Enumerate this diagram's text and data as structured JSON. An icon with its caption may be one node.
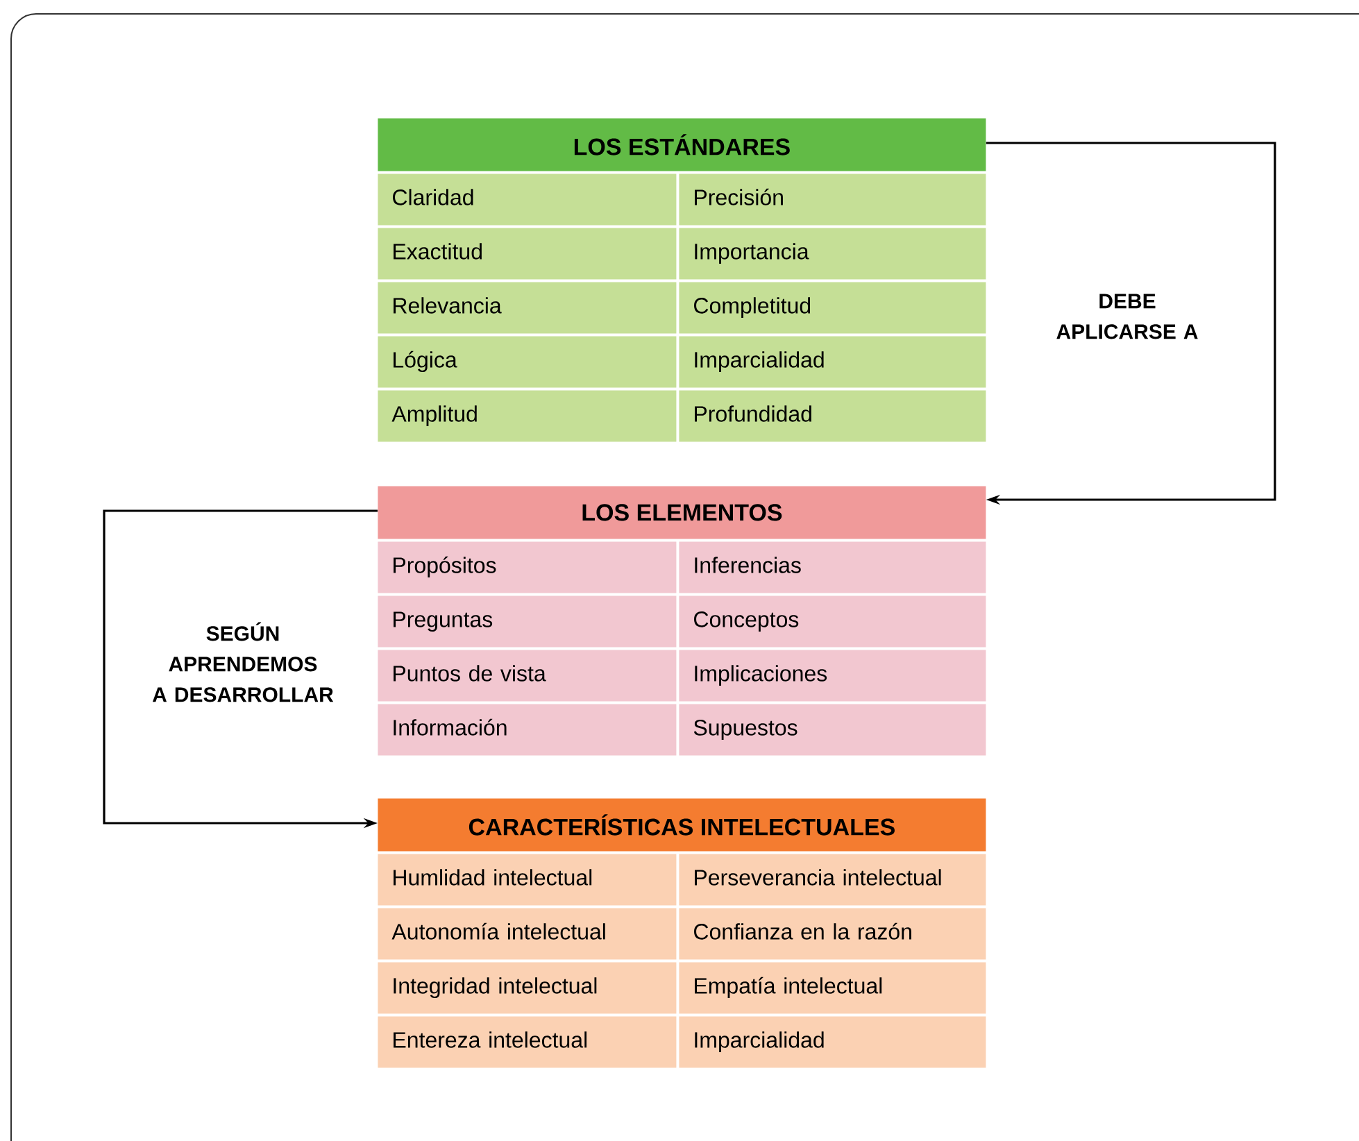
{
  "diagram": {
    "nodes": [
      {
        "text": [
          "LOS ESTÁNDARES"
        ]
      },
      {
        "text": [
          "Claridad"
        ]
      },
      {
        "text": [
          "Precisión"
        ]
      },
      {
        "text": [
          "Exactitud"
        ]
      },
      {
        "text": [
          "Importancia"
        ]
      },
      {
        "text": [
          "Relevancia"
        ]
      },
      {
        "text": [
          "Completitud"
        ]
      },
      {
        "text": [
          "Lógica"
        ]
      },
      {
        "text": [
          "Imparcialidad"
        ]
      },
      {
        "text": [
          "Amplitud"
        ]
      },
      {
        "text": [
          "Profundidad"
        ]
      },
      {
        "text": [
          "LOS ELEMENTOS"
        ]
      },
      {
        "text": [
          "Propósitos"
        ]
      },
      {
        "text": [
          "Inferencias"
        ]
      },
      {
        "text": [
          "Preguntas"
        ]
      },
      {
        "text": [
          "Conceptos"
        ]
      },
      {
        "text": [
          "Puntos de vista"
        ]
      },
      {
        "text": [
          "Implicaciones"
        ]
      },
      {
        "text": [
          "Información"
        ]
      },
      {
        "text": [
          "Supuestos"
        ]
      },
      {
        "text": [
          "CARACTERÍSTICAS INTELECTUALES"
        ]
      },
      {
        "text": [
          "Humlidad intelectual"
        ]
      },
      {
        "text": [
          "Perseverancia intelectual"
        ]
      },
      {
        "text": [
          "Autonomía intelectual"
        ]
      },
      {
        "text": [
          "Confianza en la razón"
        ]
      },
      {
        "text": [
          "Integridad intelectual"
        ]
      },
      {
        "text": [
          "Empatía intelectual"
        ]
      },
      {
        "text": [
          "Entereza intelectual"
        ]
      },
      {
        "text": [
          "Imparcialidad"
        ]
      }
    ],
    "edges": [
      {
        "from": 0,
        "to": 11,
        "arrow": "to",
        "label": "DEBE APLICARSE A"
      },
      {
        "from": 11,
        "to": 20,
        "arrow": "to",
        "label": "SEGÚN APRENDEMOS A DESARROLLAR"
      }
    ]
  }
}
